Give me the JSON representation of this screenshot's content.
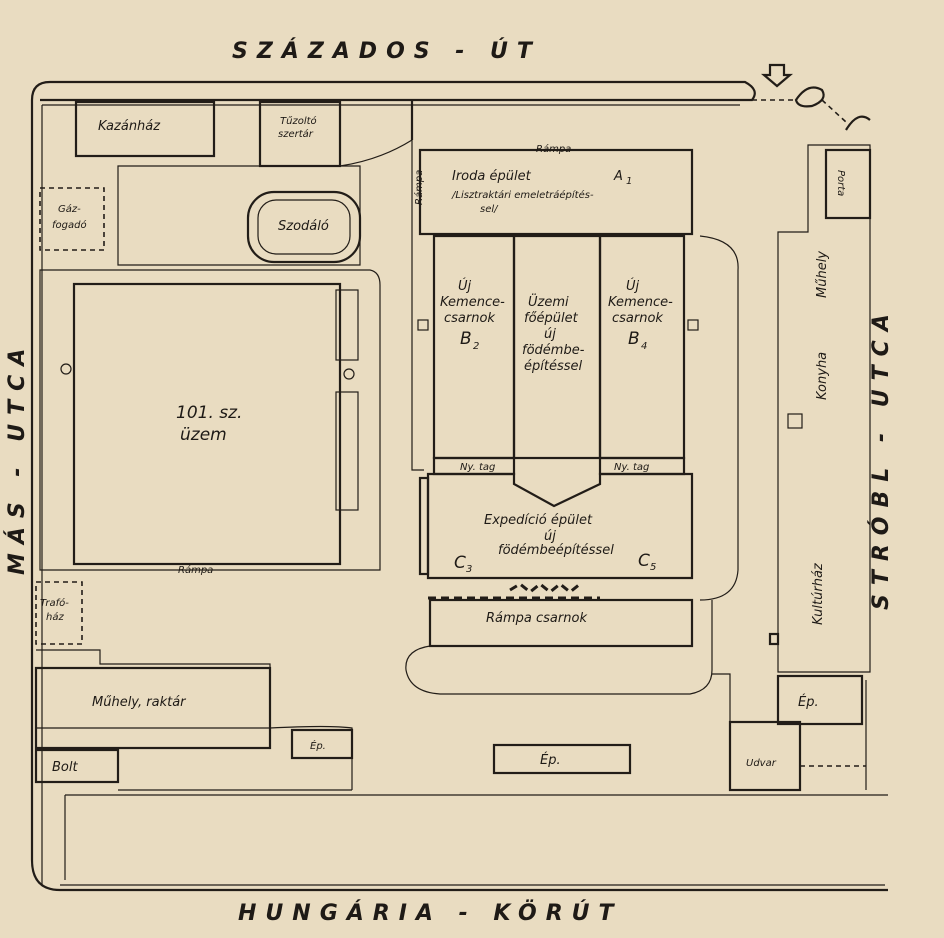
{
  "streets": {
    "north": "SZÁZADOS - ÚT",
    "south": "HUNGÁRIA - KÖRÚT",
    "west": "MÁS - UTCA",
    "east": "STRÓBL - UTCA"
  },
  "buildings": {
    "kazanhaz": "Kazánház",
    "tuzolto_1": "Tűzoltó",
    "tuzolto_2": "szertár",
    "gazfogado_1": "Gáz-",
    "gazfogado_2": "fogadó",
    "szodalo": "Szodáló",
    "uzem_1": "101. sz.",
    "uzem_2": "üzem",
    "rampa_west": "Rámpa",
    "trafohaz_1": "Trafó-",
    "trafohaz_2": "ház",
    "muhely_raktar": "Műhely, raktár",
    "bolt": "Bolt",
    "ep_small": "Ép.",
    "ep_south": "Ép.",
    "iroda_1": "Iroda épület",
    "iroda_a1": "A",
    "iroda_a1_sub": "1",
    "iroda_2": "/Lisztraktári emeletráépítés-",
    "iroda_3": "sel/",
    "rampa_top": "Rámpa",
    "rampa_left": "Rámpa",
    "b2_1": "Új",
    "b2_2": "Kemence-",
    "b2_3": "csarnok",
    "b2_code": "B",
    "b2_sub": "2",
    "fo_1": "Üzemi",
    "fo_2": "főépület",
    "fo_3": "új",
    "fo_4": "födémbe-",
    "fo_5": "építéssel",
    "b4_1": "Új",
    "b4_2": "Kemence-",
    "b4_3": "csarnok",
    "b4_code": "B",
    "b4_sub": "4",
    "nyitag_left": "Ny. tag",
    "nyitag_right": "Ny. tag",
    "exp_1": "Expedíció épület",
    "exp_2": "új",
    "exp_3": "födémbeépítéssel",
    "c3": "C",
    "c3_sub": "3",
    "c5": "C",
    "c5_sub": "5",
    "rampa_csarnok": "Rámpa csarnok",
    "porta": "Porta",
    "muhely_east": "Műhely",
    "konyha": "Konyha",
    "kulturhaz": "Kultúrház",
    "ep_east": "Ép.",
    "udvar": "Udvar"
  },
  "colors": {
    "paper": "#e9dcc1",
    "ink": "#221d18"
  }
}
